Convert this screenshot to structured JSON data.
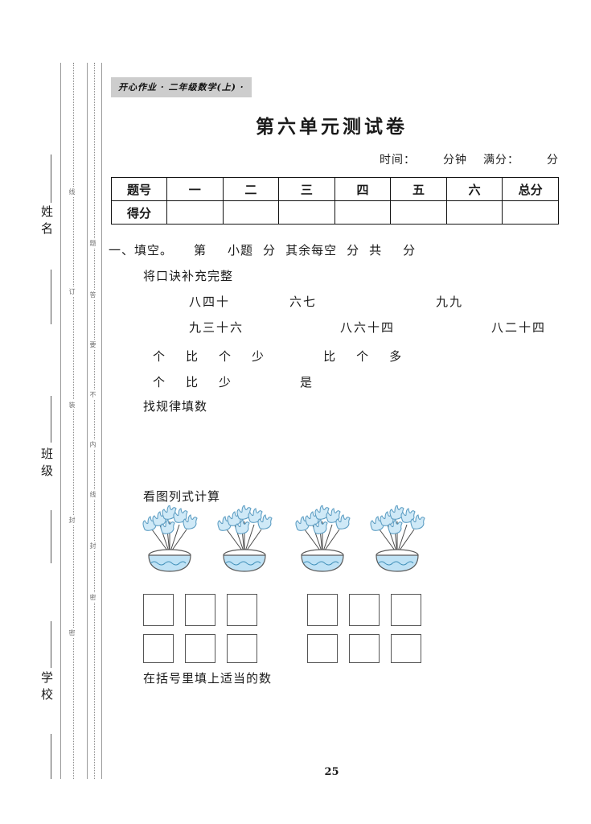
{
  "margin": {
    "fields": [
      {
        "label": "姓名",
        "name": "name-field"
      },
      {
        "label": "班级",
        "name": "class-field"
      },
      {
        "label": "学校",
        "name": "school-field"
      }
    ],
    "seal_line_inner": [
      "线",
      "订",
      "装",
      "封",
      "密"
    ],
    "seal_line_outer": [
      "题",
      "答",
      "要",
      "不",
      "内",
      "线",
      "封",
      "密"
    ]
  },
  "header": {
    "series_badge": "开心作业 · 二年级数学(上) ·",
    "title": "第六单元测试卷",
    "time_label": "时间：",
    "time_unit": "分钟",
    "total_label": "满分：",
    "total_unit": "分"
  },
  "score_table": {
    "row_labels": [
      "题号",
      "得分"
    ],
    "columns": [
      "一",
      "二",
      "三",
      "四",
      "五",
      "六",
      "总分"
    ],
    "scores": [
      "",
      "",
      "",
      "",
      "",
      "",
      ""
    ]
  },
  "section_one": {
    "heading_prefix": "一、填空。",
    "heading_rest_a": "第",
    "heading_rest_b": "小题",
    "heading_rest_c": "分",
    "heading_rest_d": "其余每空",
    "heading_rest_e": "分",
    "heading_rest_f": "共",
    "heading_rest_g": "分",
    "sub_1": "将口诀补充完整",
    "formulas_row1": [
      "八四十",
      "六七",
      "九九"
    ],
    "formulas_row2": [
      "九三十六",
      "八六十四",
      "八二十四"
    ],
    "compare_line_1": [
      "个",
      "比",
      "个",
      "少",
      "比",
      "个",
      "多"
    ],
    "compare_line_2": [
      "个",
      "比",
      "少",
      "是"
    ],
    "sub_2": "找规律填数",
    "sub_3": "看图列式计算",
    "sub_4": "在括号里填上适当的数"
  },
  "illustration": {
    "pot_count": 4,
    "flowers_per_pot": 6,
    "flower_color": "#9fd4ee",
    "flower_fill": "#d6ecf8",
    "pot_color": "#bfe2f5",
    "pot_outline": "#5a5a5a"
  },
  "answer_boxes": {
    "rows": 2,
    "boxes_per_group": 3,
    "groups_per_row": 2
  },
  "footer": {
    "page_number": "25"
  }
}
